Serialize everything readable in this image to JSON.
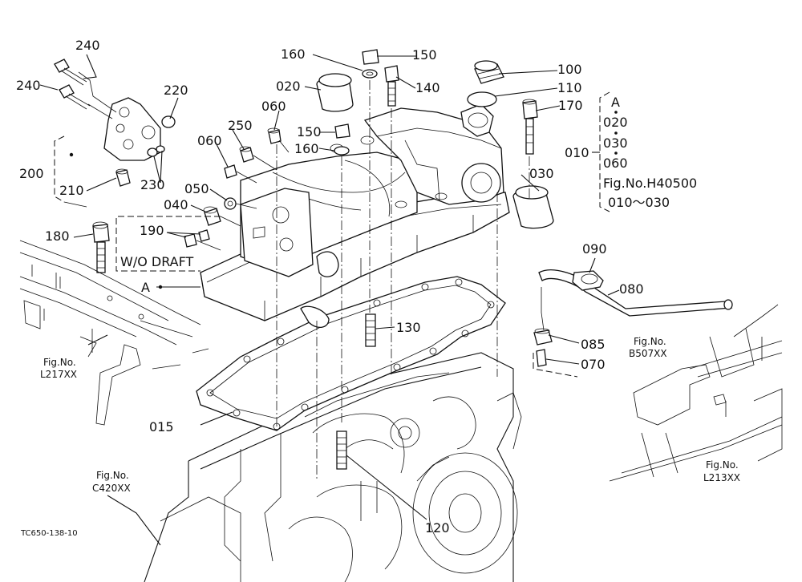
{
  "drawing_code": "TC650-138-10",
  "callouts": [
    {
      "id": "c240a",
      "text": "240"
    },
    {
      "id": "c240b",
      "text": "240"
    },
    {
      "id": "c220",
      "text": "220"
    },
    {
      "id": "c200",
      "text": "200"
    },
    {
      "id": "c210",
      "text": "210"
    },
    {
      "id": "c230",
      "text": "230"
    },
    {
      "id": "c060a",
      "text": "060"
    },
    {
      "id": "c060b",
      "text": "060"
    },
    {
      "id": "c250",
      "text": "250"
    },
    {
      "id": "c050",
      "text": "050"
    },
    {
      "id": "c040",
      "text": "040"
    },
    {
      "id": "c190",
      "text": "190"
    },
    {
      "id": "c180",
      "text": "180"
    },
    {
      "id": "cA",
      "text": "A"
    },
    {
      "id": "c160a",
      "text": "160"
    },
    {
      "id": "c150a",
      "text": "150"
    },
    {
      "id": "c020",
      "text": "020"
    },
    {
      "id": "c140",
      "text": "140"
    },
    {
      "id": "c150b",
      "text": "150"
    },
    {
      "id": "c160b",
      "text": "160"
    },
    {
      "id": "c100",
      "text": "100"
    },
    {
      "id": "c110",
      "text": "110"
    },
    {
      "id": "c170",
      "text": "170"
    },
    {
      "id": "c010",
      "text": "010"
    },
    {
      "id": "c030",
      "text": "030"
    },
    {
      "id": "c090",
      "text": "090"
    },
    {
      "id": "c080",
      "text": "080"
    },
    {
      "id": "c085",
      "text": "085"
    },
    {
      "id": "c070",
      "text": "070"
    },
    {
      "id": "c130",
      "text": "130"
    },
    {
      "id": "c015",
      "text": "015"
    },
    {
      "id": "c120",
      "text": "120"
    }
  ],
  "wo_draft_label": "W/O DRAFT",
  "assembly_note": {
    "lines": [
      "A",
      "020",
      "030",
      "060",
      "Fig.No.H40500",
      "010～030"
    ]
  },
  "fig_refs": [
    {
      "id": "l217",
      "line1": "Fig.No.",
      "line2": "L217XX"
    },
    {
      "id": "c420",
      "line1": "Fig.No.",
      "line2": "C420XX"
    },
    {
      "id": "b507",
      "line1": "Fig.No.",
      "line2": "B507XX"
    },
    {
      "id": "l213",
      "line1": "Fig.No.",
      "line2": "L213XX"
    }
  ]
}
